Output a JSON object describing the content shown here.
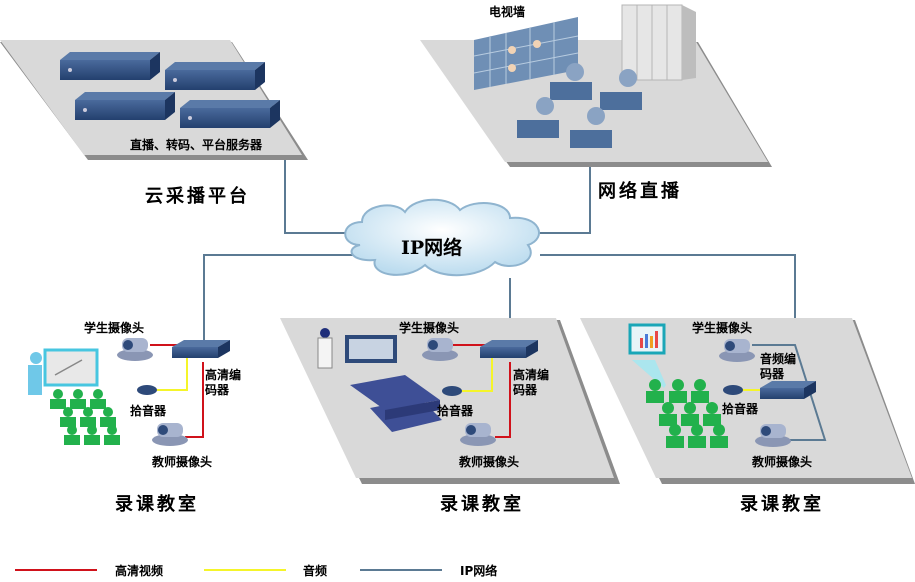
{
  "colors": {
    "hd_video": "#d0121b",
    "audio": "#f5f52a",
    "ip_network": "#5b7a93",
    "platform": "#d9d9d9",
    "platform_edge": "#8c8c8c",
    "device": "#2e4a7a",
    "student": "#22b14c",
    "cloud": "#d6ecf8"
  },
  "cloud_platform": {
    "servers_label": "直播、转码、平台服务器",
    "title": "云采播平台"
  },
  "live_broadcast": {
    "tv_wall_label": "电视墙",
    "title": "网络直播"
  },
  "network": {
    "label": "IP网络"
  },
  "classrooms": [
    {
      "title": "录课教室",
      "student_camera": "学生摄像头",
      "encoder": "高清编\n码器",
      "encoder_line1": "高清编",
      "encoder_line2": "码器",
      "microphone": "拾音器",
      "teacher_camera": "教师摄像头"
    },
    {
      "title": "录课教室",
      "student_camera": "学生摄像头",
      "encoder_line1": "高清编",
      "encoder_line2": "码器",
      "microphone": "拾音器",
      "teacher_camera": "教师摄像头"
    },
    {
      "title": "录课教室",
      "student_camera": "学生摄像头",
      "encoder_line1": "音频编",
      "encoder_line2": "码器",
      "microphone": "拾音器",
      "teacher_camera": "教师摄像头"
    }
  ],
  "legend": [
    {
      "label": "高清视频",
      "line": "hd-video"
    },
    {
      "label": "音频",
      "line": "audio"
    },
    {
      "label": "IP网络",
      "line": "ip-network"
    }
  ]
}
